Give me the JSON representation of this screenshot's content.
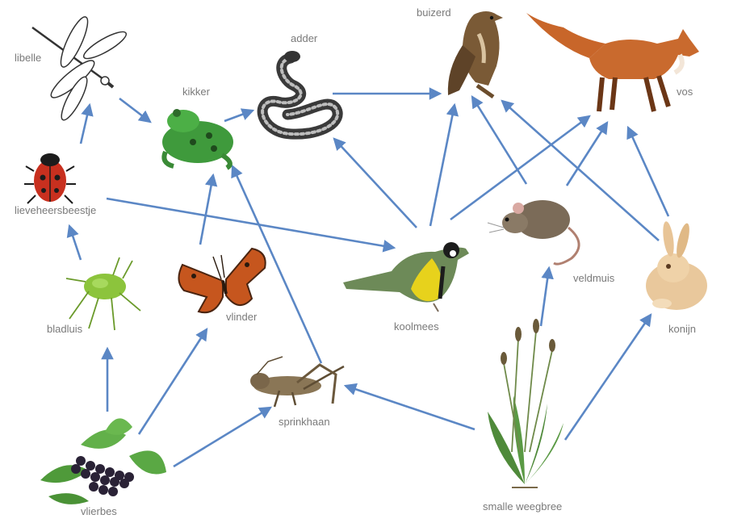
{
  "diagram": {
    "colors": {
      "arrow": "#5b87c5",
      "label": "#7a7a7a",
      "background": "#ffffff"
    },
    "organisms": [
      {
        "id": "libelle",
        "label": "libelle",
        "icon": "dragonfly-icon"
      },
      {
        "id": "kikker",
        "label": "kikker",
        "icon": "frog-icon"
      },
      {
        "id": "adder",
        "label": "adder",
        "icon": "snake-icon"
      },
      {
        "id": "buizerd",
        "label": "buizerd",
        "icon": "buzzard-icon"
      },
      {
        "id": "vos",
        "label": "vos",
        "icon": "fox-icon"
      },
      {
        "id": "lieveheersbeestje",
        "label": "lieveheersbeestje",
        "icon": "ladybug-icon"
      },
      {
        "id": "veldmuis",
        "label": "veldmuis",
        "icon": "mouse-icon"
      },
      {
        "id": "bladluis",
        "label": "bladluis",
        "icon": "aphid-icon"
      },
      {
        "id": "vlinder",
        "label": "vlinder",
        "icon": "butterfly-icon"
      },
      {
        "id": "koolmees",
        "label": "koolmees",
        "icon": "titmouse-icon"
      },
      {
        "id": "konijn",
        "label": "konijn",
        "icon": "rabbit-icon"
      },
      {
        "id": "sprinkhaan",
        "label": "sprinkhaan",
        "icon": "grasshopper-icon"
      },
      {
        "id": "vlierbes",
        "label": "vlierbes",
        "icon": "elderberry-icon"
      },
      {
        "id": "smalle_weegbree",
        "label": "smalle weegbree",
        "icon": "plantain-icon"
      }
    ],
    "edges": [
      {
        "from": "vlierbes",
        "to": "bladluis"
      },
      {
        "from": "vlierbes",
        "to": "vlinder"
      },
      {
        "from": "vlierbes",
        "to": "sprinkhaan"
      },
      {
        "from": "bladluis",
        "to": "lieveheersbeestje"
      },
      {
        "from": "lieveheersbeestje",
        "to": "libelle"
      },
      {
        "from": "lieveheersbeestje",
        "to": "koolmees"
      },
      {
        "from": "libelle",
        "to": "kikker"
      },
      {
        "from": "vlinder",
        "to": "kikker"
      },
      {
        "from": "sprinkhaan",
        "to": "kikker"
      },
      {
        "from": "kikker",
        "to": "adder"
      },
      {
        "from": "adder",
        "to": "buizerd"
      },
      {
        "from": "koolmees",
        "to": "adder"
      },
      {
        "from": "koolmees",
        "to": "buizerd"
      },
      {
        "from": "koolmees",
        "to": "vos"
      },
      {
        "from": "veldmuis",
        "to": "buizerd"
      },
      {
        "from": "veldmuis",
        "to": "vos"
      },
      {
        "from": "konijn",
        "to": "buizerd"
      },
      {
        "from": "konijn",
        "to": "vos"
      },
      {
        "from": "smalle_weegbree",
        "to": "sprinkhaan"
      },
      {
        "from": "smalle_weegbree",
        "to": "veldmuis"
      },
      {
        "from": "smalle_weegbree",
        "to": "konijn"
      }
    ]
  }
}
